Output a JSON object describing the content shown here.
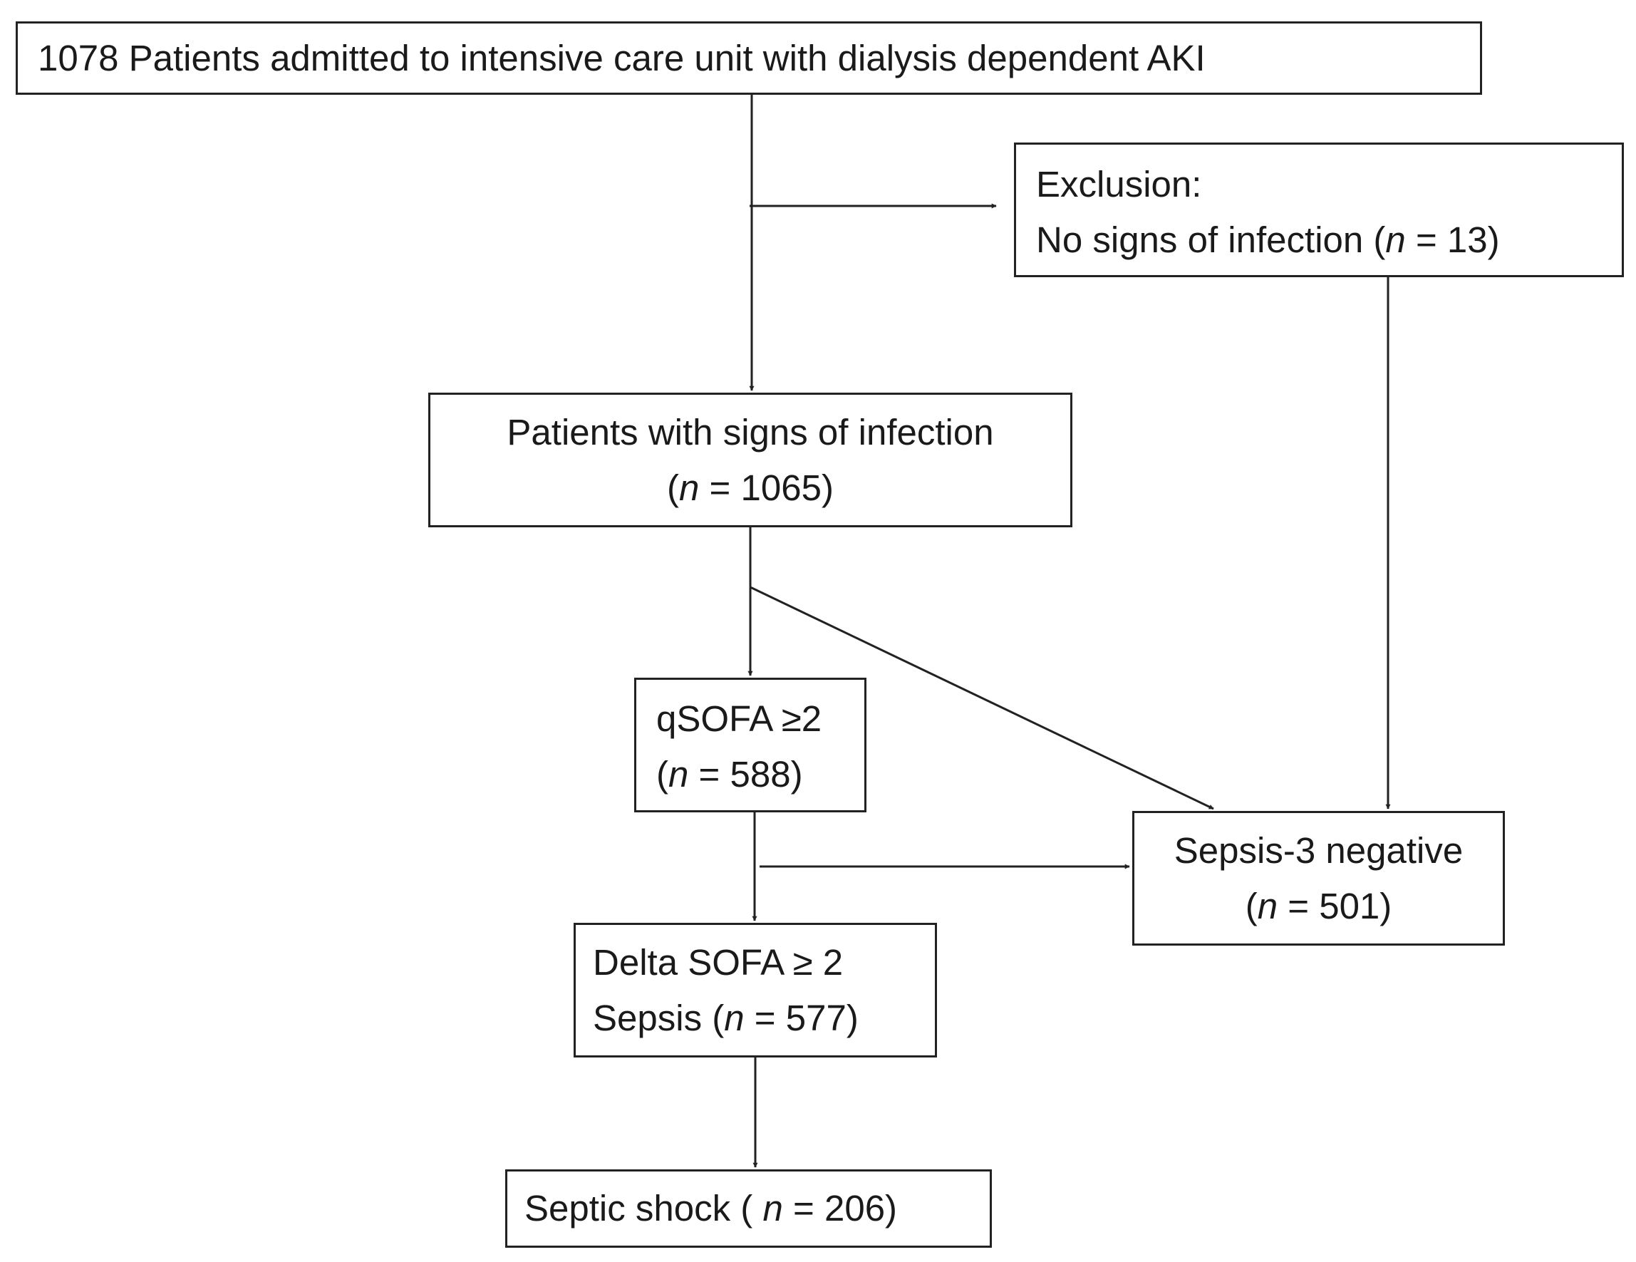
{
  "boxes": {
    "admitted": {
      "text": "1078 Patients admitted to intensive care unit with dialysis dependent AKI"
    },
    "exclusion": {
      "line1": "Exclusion:",
      "line2_prefix": "No signs of infection (",
      "n_label": "n",
      "line2_suffix": " = 13)"
    },
    "infection": {
      "line1": "Patients with signs of infection",
      "line2_prefix": "(",
      "n_label": "n",
      "line2_suffix": " = 1065)"
    },
    "qsofa": {
      "line1": "qSOFA ≥2",
      "line2_prefix": "(",
      "n_label": "n",
      "line2_suffix": " = 588)"
    },
    "sepsis_negative": {
      "line1": "Sepsis-3 negative",
      "line2_prefix": "(",
      "n_label": "n",
      "line2_suffix": " = 501)"
    },
    "delta_sofa": {
      "line1": "Delta SOFA ≥ 2",
      "line2_prefix": "Sepsis (",
      "n_label": "n",
      "line2_suffix": " = 577)"
    },
    "septic_shock": {
      "prefix": "Septic shock ( ",
      "n_label": "n",
      "suffix": " = 206)"
    }
  }
}
